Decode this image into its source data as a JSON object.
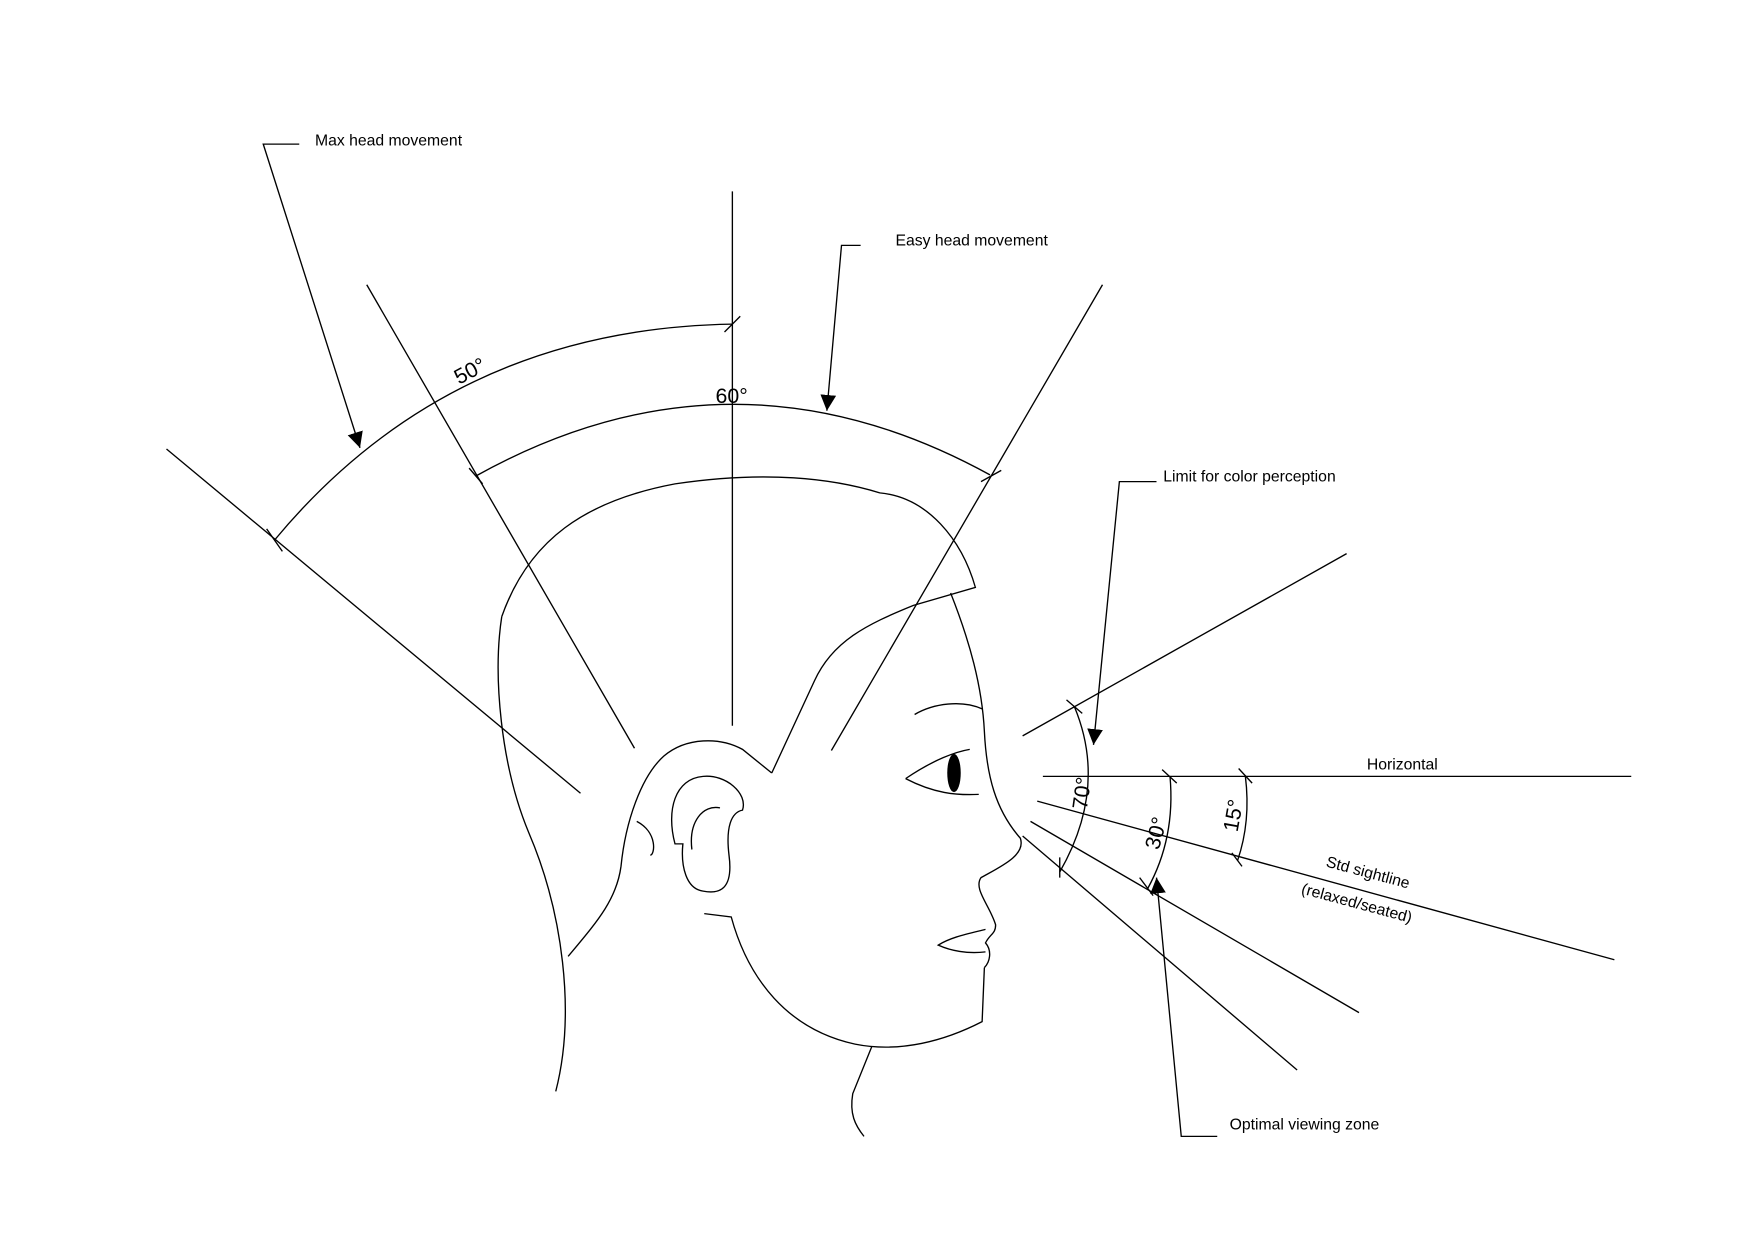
{
  "labels": {
    "max_head_movement": "Max head movement",
    "easy_head_movement": "Easy head movement",
    "limit_color_perception": "Limit for color perception",
    "horizontal": "Horizontal",
    "std_sightline": "Std sightline",
    "relaxed_seated": "(relaxed/seated)",
    "optimal_viewing_zone": "Optimal viewing zone"
  },
  "angles": {
    "max_head": "50°",
    "easy_head": "60°",
    "color_limit": "70°",
    "optimal_zone": "30°",
    "std_sightline": "15°"
  },
  "colors": {
    "line": "#000000",
    "background": "#ffffff"
  }
}
